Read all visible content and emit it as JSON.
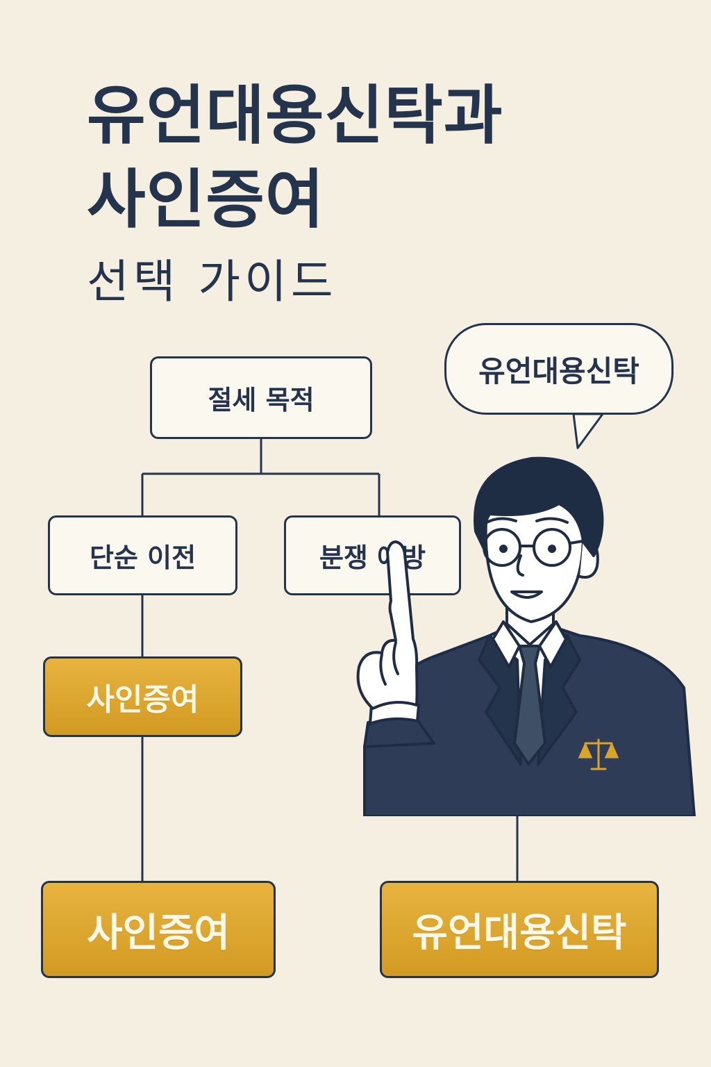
{
  "title": {
    "line1": "유언대용신탁과",
    "line2": "사인증여",
    "line3": "선택 가이드"
  },
  "flowchart": {
    "root": "절세 목적",
    "branch_left": "단순 이전",
    "branch_right": "분쟁 예방",
    "left_result": "사인증여",
    "bottom_left": "사인증여",
    "bottom_right": "유언대용신탁"
  },
  "speech_bubble": {
    "text": "유언대용신탁"
  },
  "colors": {
    "background": "#f5efe1",
    "navy": "#25344d",
    "gold": "#d9a42c",
    "box_fill": "#fbf8ef"
  },
  "icons": {
    "badge": "scales-of-justice-icon"
  }
}
